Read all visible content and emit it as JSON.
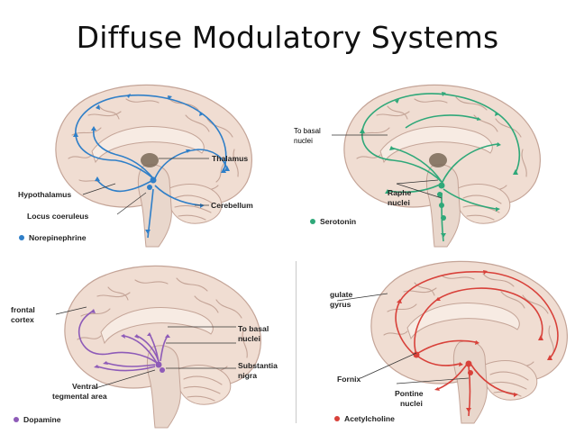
{
  "title": "Diffuse Modulatory Systems",
  "colors": {
    "norepinephrine": "#2f7fc8",
    "serotonin": "#2fa879",
    "dopamine": "#8e5bb8",
    "acetylcholine": "#d8413a",
    "brain": "#f0ddd2",
    "gyrus_line": "#c4a497",
    "brainstem": "#e9d7cc",
    "nucleus": "#7a6a58"
  },
  "panels": {
    "norepinephrine": {
      "legend": "Norepinephrine",
      "labels": {
        "thalamus": "Thalamus",
        "hypothalamus": "Hypothalamus",
        "cerebellum": "Cerebellum",
        "locus": "Locus coeruleus"
      }
    },
    "serotonin": {
      "legend": "Serotonin",
      "labels": {
        "basal_1": "To basal",
        "basal_2": "nuclei",
        "raphe_1": "Raphe",
        "raphe_2": "nuclei"
      }
    },
    "dopamine": {
      "legend": "Dopamine",
      "labels": {
        "frontal_1": "frontal",
        "frontal_2": "cortex",
        "basal_1": "To basal",
        "basal_2": "nuclei",
        "substantia_1": "Substantia",
        "substantia_2": "nigra",
        "vta_1": "Ventral",
        "vta_2": "tegmental area"
      }
    },
    "acetylcholine": {
      "legend": "Acetylcholine",
      "labels": {
        "cingulate_1": "gulate",
        "cingulate_2": "gyrus",
        "fornix": "Fornix",
        "pontine_1": "Pontine",
        "pontine_2": "nuclei"
      }
    }
  }
}
